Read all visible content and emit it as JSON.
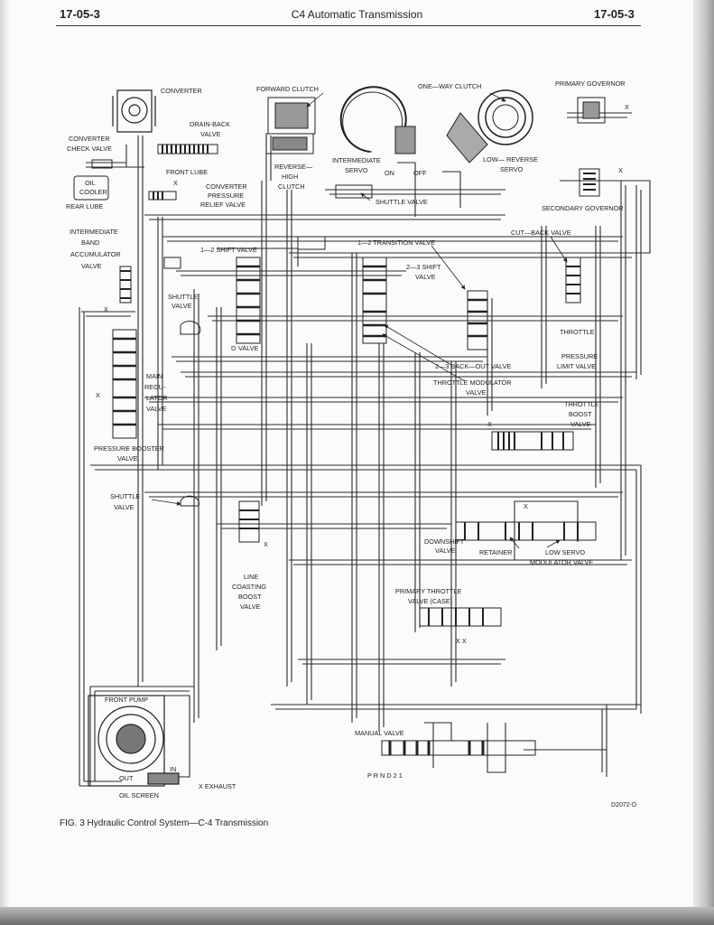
{
  "page": {
    "number_left": "17-05-3",
    "number_right": "17-05-3",
    "running_title": "C4 Automatic Transmission"
  },
  "figure": {
    "caption": "FIG. 3 Hydraulic Control System—C-4 Transmission",
    "code": "D2072-D"
  },
  "labels": {
    "converter": "CONVERTER",
    "forward_clutch": "FORWARD CLUTCH",
    "one_way_clutch": "ONE—WAY CLUTCH",
    "primary_governor": "PRIMARY GOVERNOR",
    "drain_back": "DRAIN-BACK",
    "valve": "VALVE",
    "converter_check": "CONVERTER",
    "check_valve": "CHECK VALVE",
    "front_lube": "FRONT LUBE",
    "reverse_high": "REVERSE—",
    "high": "HIGH",
    "clutch": "CLUTCH",
    "intermediate_servo": "INTERMEDIATE",
    "servo": "SERVO",
    "on": "ON",
    "off": "OFF",
    "low_reverse": "LOW— REVERSE",
    "low_reverse_servo": "SERVO",
    "oil": "OIL",
    "cooler": "COOLER",
    "rear_lube": "REAR LUBE",
    "conv_pressure": "CONVERTER",
    "pressure": "PRESSURE",
    "relief_valve": "RELIEF VALVE",
    "shuttle_valve_top": "SHUTTLE VALVE",
    "secondary_governor": "SECONDARY GOVERNOR",
    "int_band_1": "INTERMEDIATE",
    "int_band_2": "BAND",
    "int_band_3": "ACCUMULATOR",
    "int_band_4": "VALVE",
    "shift_12": "1—2 SHIFT VALVE",
    "transition_12": "1—2 TRANSITION VALVE",
    "cut_back": "CUT—BACK VALVE",
    "shift_23": "2—3 SHIFT",
    "shift_23_valve": "VALVE",
    "shuttle_left_1": "SHUTTLE",
    "shuttle_left_2": "VALVE",
    "d_valve": "D",
    "d_valve_2": "VALVE",
    "throttle": "THROTTLE",
    "pressure_limit_1": "PRESSURE",
    "pressure_limit_2": "LIMIT VALVE",
    "backout_23": "2—3 BACK—OUT VALVE",
    "main_1": "MAIN",
    "main_2": "REGU-",
    "main_3": "LATOR",
    "main_4": "VALVE",
    "throttle_mod_1": "THROTTLE MODULATOR",
    "throttle_mod_2": "VALVE",
    "throttle_boost_1": "THROTTLE",
    "throttle_boost_2": "BOOST",
    "throttle_boost_3": "VALVE",
    "pressure_booster_1": "PRESSURE BOOSTER",
    "pressure_booster_2": "VALVE",
    "shuttle_mid_1": "SHUTTLE",
    "shuttle_mid_2": "VALVE",
    "downshift_1": "DOWNSHIFT",
    "downshift_2": "VALVE",
    "retainer": "RETAINER",
    "low_servo_1": "LOW SERVO",
    "low_servo_2": "MODULATOR VALVE",
    "line_coasting_1": "LINE",
    "line_coasting_2": "COASTING",
    "line_coasting_3": "BOOST",
    "line_coasting_4": "VALVE",
    "primary_throttle_1": "PRIMARY THROTTLE",
    "primary_throttle_2": "VALVE (CASE)",
    "front_pump": "FRONT PUMP",
    "manual_valve": "MANUAL VALVE",
    "prnd": "P  R N D 2 1",
    "out": "OUT",
    "in": "IN",
    "oil_screen": "OIL SCREEN",
    "exhaust": "X  EXHAUST",
    "x": "X",
    "xx": "X  X"
  }
}
